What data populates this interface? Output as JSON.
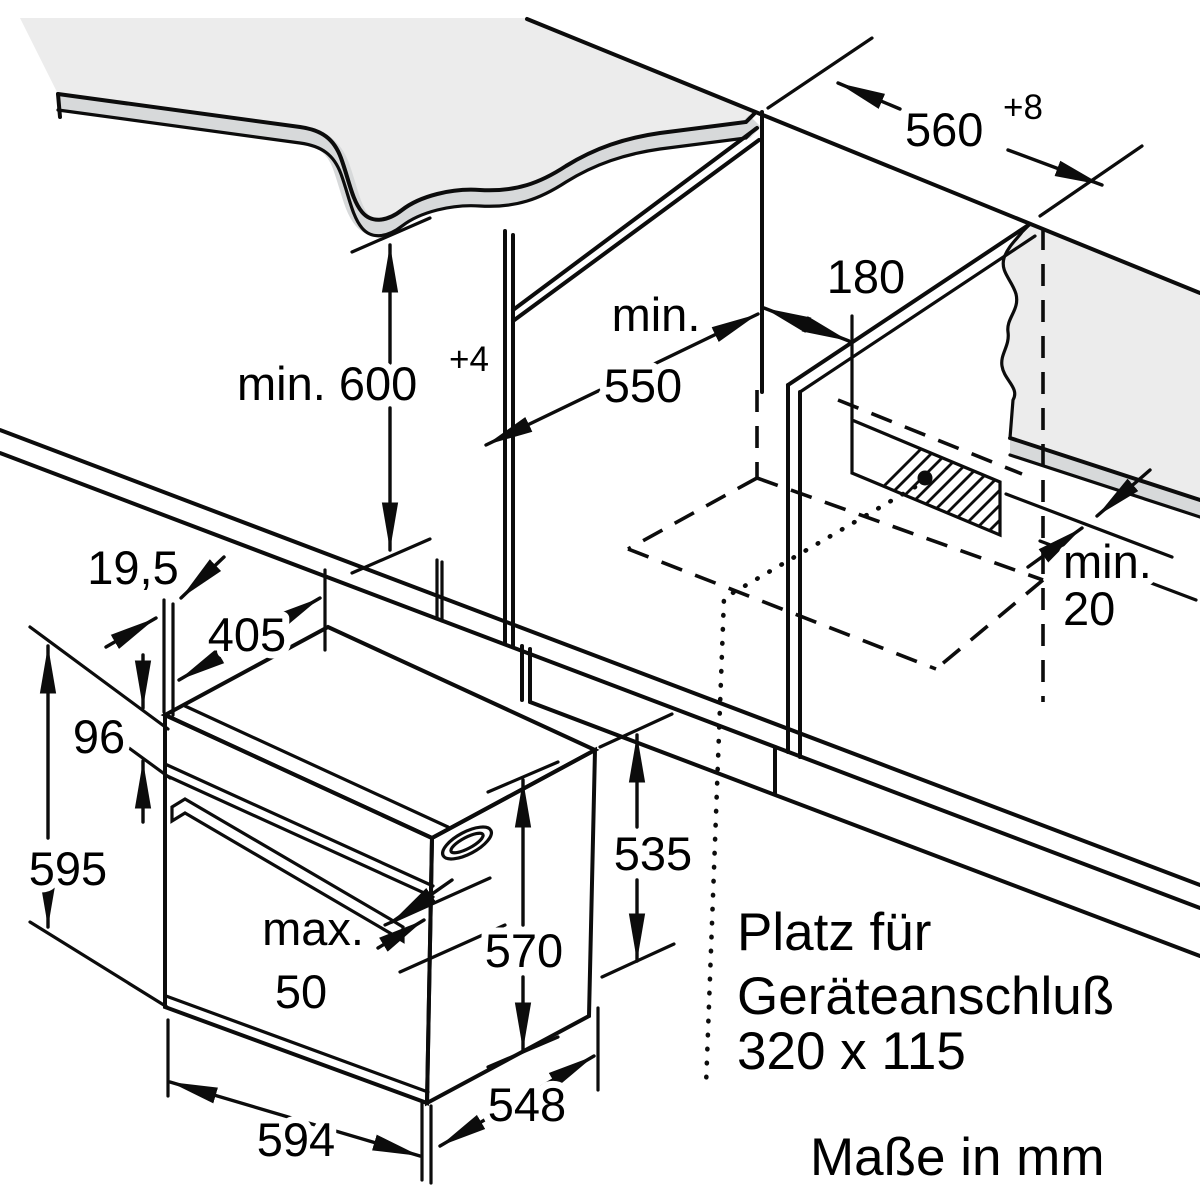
{
  "scene": {
    "niche": {
      "height": {
        "text": "min. 600",
        "sup": "+4"
      },
      "depth": {
        "l1": "min.",
        "l2": "550"
      },
      "connection_offset": "180",
      "width": {
        "text": "560",
        "sup": "+8"
      },
      "rear_gap": {
        "l1": "min.",
        "l2": "20"
      }
    },
    "oven": {
      "door_proud": "19,5",
      "top_depth": "405",
      "panel_height": "96",
      "front_height": "595",
      "overhang": {
        "l1": "max.",
        "l2": "50"
      },
      "height_front": "570",
      "height_rear": "535",
      "width": "594",
      "depth": "548"
    },
    "connection_note": {
      "l1": "Platz für",
      "l2": "Geräteanschluß",
      "l3": "320 x 115"
    },
    "units_note": "Maße in mm",
    "colors": {
      "surface_gray": "#ececec",
      "edge_gray": "#d7d9da",
      "line": "#0c0c0c"
    }
  }
}
